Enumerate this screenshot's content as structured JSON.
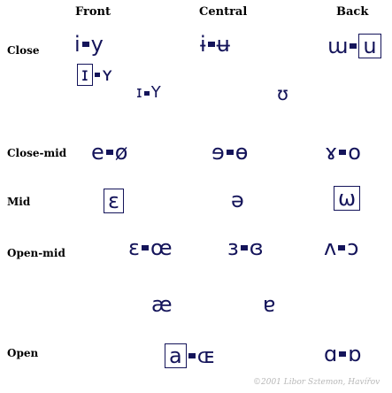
{
  "columns": {
    "front": "Front",
    "central": "Central",
    "back": "Back"
  },
  "rows": {
    "close": "Close",
    "close_mid": "Close-mid",
    "mid": "Mid",
    "open_mid": "Open-mid",
    "open": "Open"
  },
  "vowels": {
    "close_front": {
      "unrounded": "i",
      "rounded": "y"
    },
    "close_central": {
      "unrounded": "ɨ",
      "rounded": "ʉ"
    },
    "close_back": {
      "unrounded": "ɯ",
      "rounded": "u"
    },
    "near_close_front": {
      "unrounded": "ɪ",
      "rounded": "ʏ"
    },
    "near_close_central": {
      "unrounded": "ɪ",
      "rounded": "Y"
    },
    "near_close_back": {
      "rounded": "ʊ"
    },
    "close_mid_front": {
      "unrounded": "e",
      "rounded": "ø"
    },
    "close_mid_central": {
      "unrounded": "ɘ",
      "rounded": "ɵ"
    },
    "close_mid_back": {
      "unrounded": "ɤ",
      "rounded": "o"
    },
    "mid_front": {
      "unrounded": "ɛ"
    },
    "mid_central": {
      "unrounded": "ə"
    },
    "mid_back": {
      "rounded": "ω"
    },
    "open_mid_front": {
      "unrounded": "ɛ",
      "rounded": "œ"
    },
    "open_mid_central": {
      "unrounded": "ɜ",
      "rounded": "ɞ"
    },
    "open_mid_back": {
      "unrounded": "ʌ",
      "rounded": "ɔ"
    },
    "near_open_front": {
      "unrounded": "æ"
    },
    "near_open_central": {
      "unrounded": "ɐ"
    },
    "open_front": {
      "unrounded": "a",
      "rounded": "ɶ"
    },
    "open_back": {
      "unrounded": "ɑ",
      "rounded": "ɒ"
    }
  },
  "credit": "©2001 Libor Sztemon, Havířov",
  "colors": {
    "symbol": "#14145a",
    "credit": "#b8b8b8"
  }
}
